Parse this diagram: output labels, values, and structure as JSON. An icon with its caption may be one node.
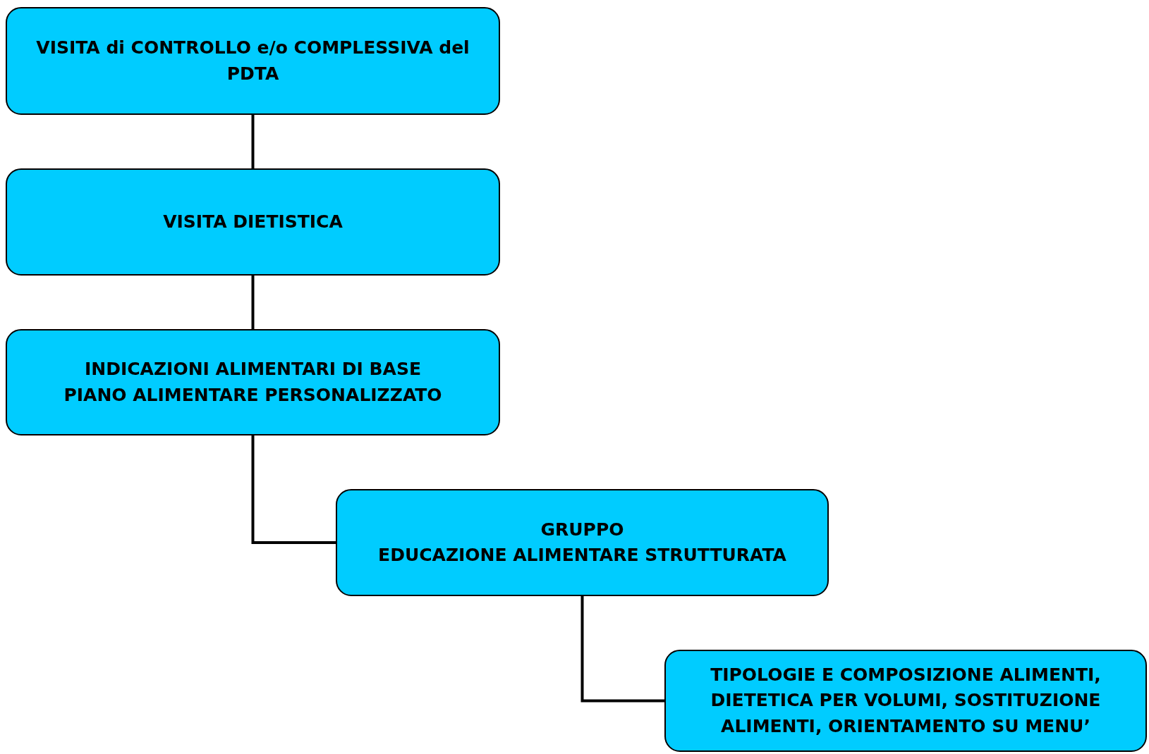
{
  "diagram": {
    "nodes": [
      {
        "text": [
          "VISITA di CONTROLLO e/o COMPLESSIVA del PDTA"
        ]
      },
      {
        "text": [
          "VISITA DIETISTICA"
        ]
      },
      {
        "text": [
          "INDICAZIONI ALIMENTARI DI BASE",
          "PIANO ALIMENTARE PERSONALIZZATO"
        ]
      },
      {
        "text": [
          "GRUPPO",
          "EDUCAZIONE ALIMENTARE STRUTTURATA"
        ]
      },
      {
        "text": [
          "TIPOLOGIE E COMPOSIZIONE ALIMENTI, DIETETICA PER VOLUMI, SOSTITUZIONE ALIMENTI, ORIENTAMENTO SU MENU’"
        ]
      }
    ],
    "edges": [
      {
        "from": 0,
        "to": 1,
        "arrow": "none"
      },
      {
        "from": 1,
        "to": 2,
        "arrow": "none"
      },
      {
        "from": 2,
        "to": 3,
        "arrow": "none"
      },
      {
        "from": 3,
        "to": 4,
        "arrow": "none"
      }
    ]
  }
}
